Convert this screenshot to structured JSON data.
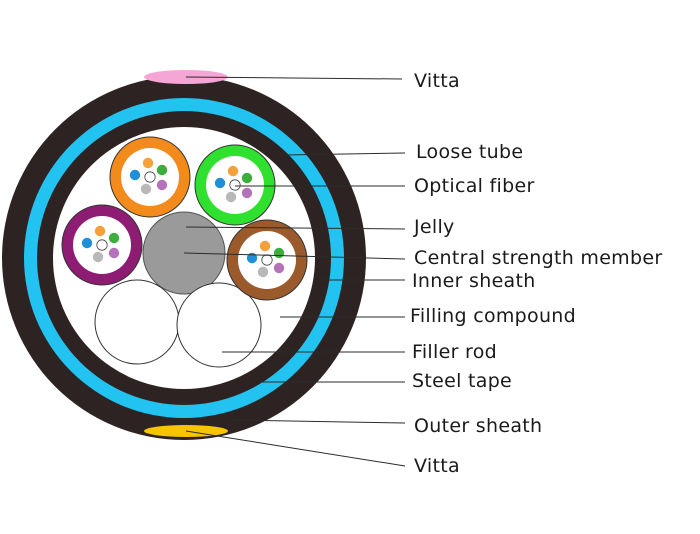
{
  "labels": {
    "vitta_top": "Vitta",
    "loose_tube": "Loose tube",
    "optical_fiber": "Optical fiber",
    "jelly": "Jelly",
    "central_strength_member": "Central strength member",
    "inner_sheath": "Inner sheath",
    "filling_compound": "Filling compound",
    "filler_rod": "Filler rod",
    "steel_tape": "Steel tape",
    "outer_sheath": "Outer sheath",
    "vitta_bottom": "Vitta"
  },
  "colors": {
    "outer_sheath": "#2e2323",
    "steel_tape": "#22c3f0",
    "inner_sheath": "#2e2323",
    "filling_compound": "#ffffff",
    "vitta_top": "#f5a6d6",
    "vitta_bottom": "#f7c400",
    "central_strength_member": "#9a9a9a",
    "tube_orange": "#f28a1c",
    "tube_green": "#2fe02f",
    "tube_purple": "#8e1c72",
    "tube_brown": "#9a5a2c",
    "fiber_orange": "#f5a03a",
    "fiber_green": "#3cae3c",
    "fiber_blue": "#1f8fd8",
    "fiber_white": "#ffffff",
    "fiber_gray": "#b8b8b8",
    "fiber_purple": "#b473b8"
  }
}
